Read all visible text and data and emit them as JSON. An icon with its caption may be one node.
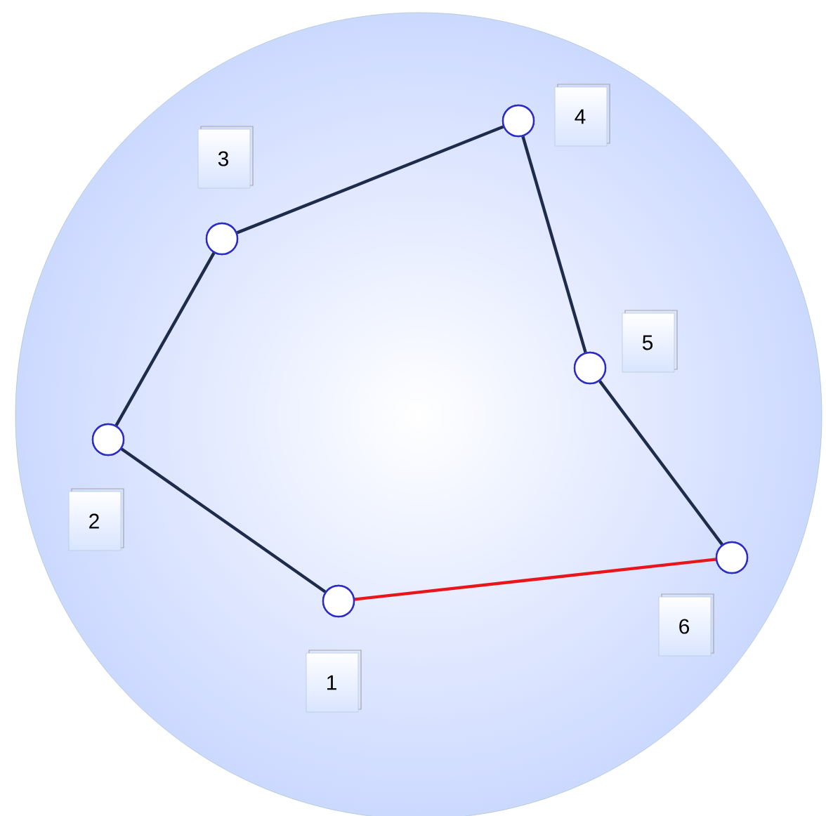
{
  "diagram": {
    "nodes": [
      {
        "text": [],
        "shape": "circle"
      },
      {
        "text": [],
        "shape": "circle"
      },
      {
        "text": [],
        "shape": "circle"
      },
      {
        "text": [],
        "shape": "circle"
      },
      {
        "text": [],
        "shape": "circle"
      },
      {
        "text": [],
        "shape": "circle"
      },
      {
        "text": [
          "3"
        ]
      },
      {
        "text": [
          "4"
        ]
      },
      {
        "text": [
          "5"
        ]
      },
      {
        "text": [
          "2"
        ]
      },
      {
        "text": [
          "6"
        ]
      },
      {
        "text": [
          "1"
        ]
      }
    ],
    "edges": [
      {
        "from": 2,
        "to": 0,
        "arrow": "none"
      },
      {
        "from": 0,
        "to": 1,
        "arrow": "none"
      },
      {
        "from": 1,
        "to": 3,
        "arrow": "none"
      },
      {
        "from": 3,
        "to": 4,
        "arrow": "none"
      },
      {
        "from": 4,
        "to": 5,
        "arrow": "none"
      },
      {
        "from": 5,
        "to": 2,
        "arrow": "none",
        "color": "#e8161b"
      }
    ]
  }
}
